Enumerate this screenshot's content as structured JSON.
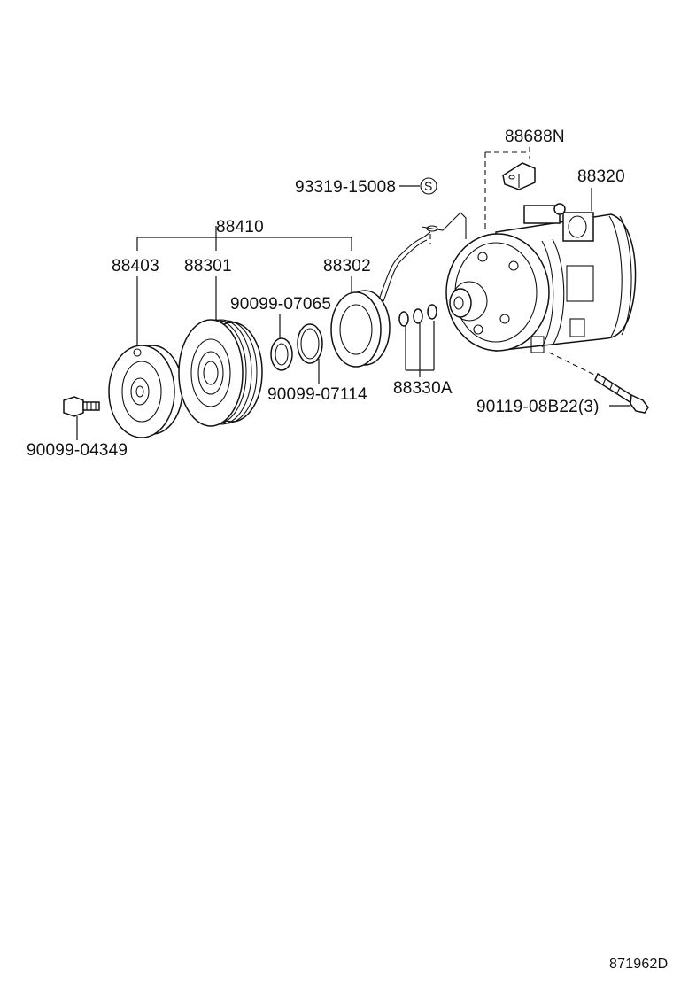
{
  "labels": {
    "p88688N": "88688N",
    "p88320": "88320",
    "p93319": "93319-15008",
    "s_mark": "S",
    "p88410": "88410",
    "p88403": "88403",
    "p88301": "88301",
    "p88302": "88302",
    "p90099_07065": "90099-07065",
    "p90099_07114": "90099-07114",
    "p88330A": "88330A",
    "p90119": "90119-08B22(3)",
    "p90099_04349": "90099-04349",
    "diagram_code": "871962D"
  }
}
